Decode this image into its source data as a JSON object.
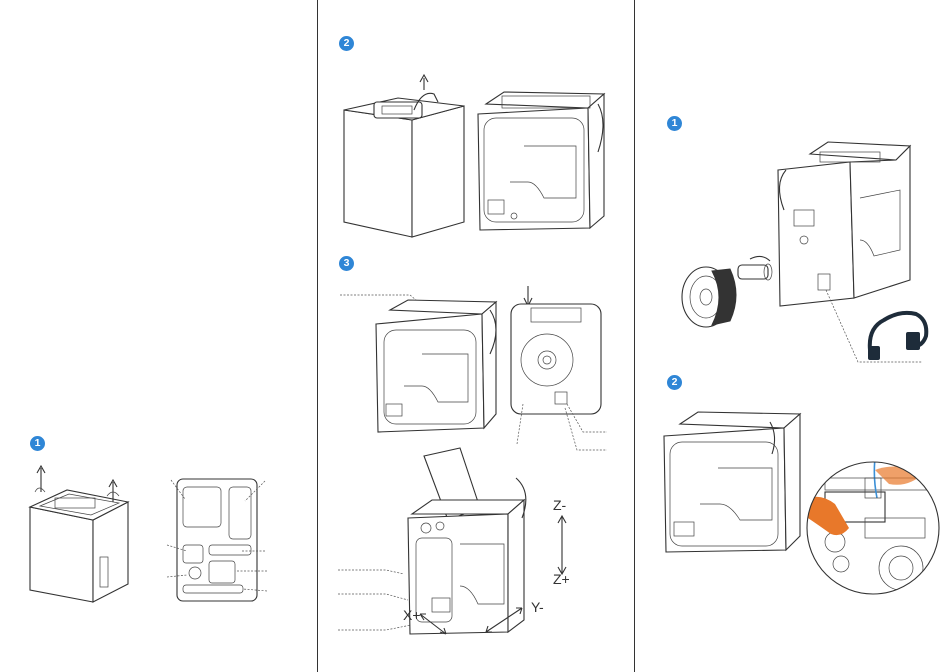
{
  "panels": [
    {
      "steps": [
        "1"
      ]
    },
    {
      "steps": [
        "2",
        "3"
      ]
    },
    {
      "steps": [
        "1",
        "2"
      ]
    }
  ],
  "axes": {
    "z_minus": "Z-",
    "z_plus": "Z+",
    "x_plus": "X+",
    "y_minus": "Y-"
  },
  "colors": {
    "badge": "#2f86d6",
    "accent": "#e8782a",
    "filament": "#3a8fd6",
    "line": "#333333"
  }
}
